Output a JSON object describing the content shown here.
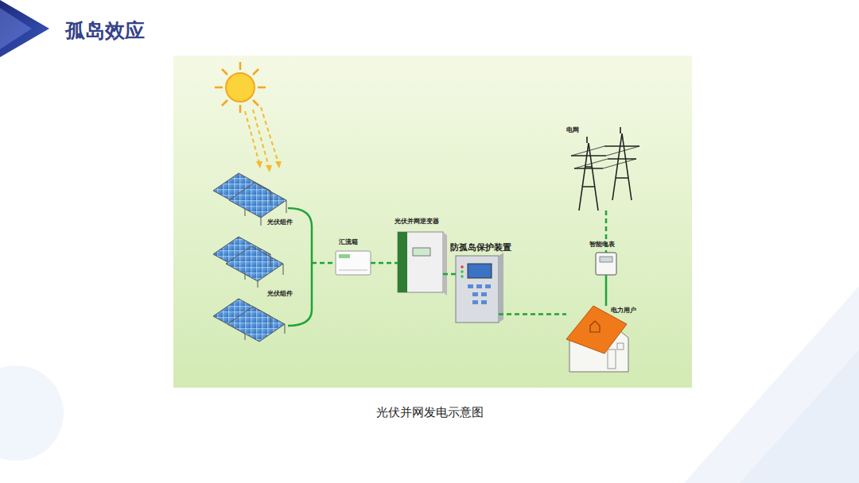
{
  "diagram": {
    "title": "孤岛效应",
    "caption": "光伏并网发电示意图",
    "nodes": [
      {
        "text": [
          "汇流箱"
        ]
      },
      {
        "text": [
          "光伏并网逆变器"
        ]
      },
      {
        "text": [
          "防孤岛保护装置"
        ]
      },
      {
        "text": [
          "电网"
        ]
      },
      {
        "text": [
          "智能电表"
        ]
      },
      {
        "text": [
          "电力用户"
        ]
      }
    ],
    "edges": [
      {
        "from": 0,
        "to": 1,
        "arrow": "none"
      },
      {
        "from": 1,
        "to": 2,
        "arrow": "none"
      },
      {
        "from": 2,
        "to": 5,
        "arrow": "none"
      },
      {
        "from": 3,
        "to": 4,
        "arrow": "none"
      },
      {
        "from": 4,
        "to": 5,
        "arrow": "none"
      }
    ],
    "labels": [
      "光伏组件",
      "光伏组件"
    ]
  }
}
